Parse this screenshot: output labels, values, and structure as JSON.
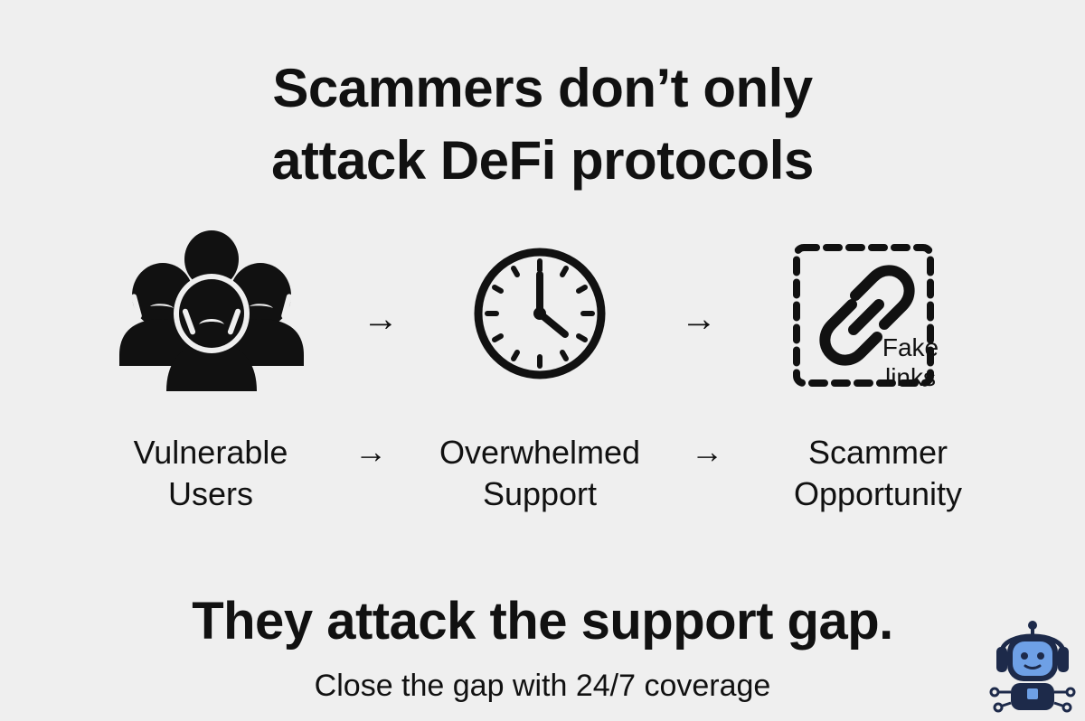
{
  "title": {
    "line1": "Scammers don’t only",
    "line2": "attack DeFi protocols"
  },
  "flow_icons": {
    "users_icon": "crowd-of-users-icon",
    "clock_icon": "clock-icon",
    "link_icon": "chain-link-icon",
    "arrow_glyph": "→",
    "fake_links": {
      "line1": "Fake",
      "line2": "links"
    }
  },
  "flow_labels": {
    "step1": {
      "line1": "Vulnerable",
      "line2": "Users"
    },
    "step2": {
      "line1": "Overwhelmed",
      "line2": "Support"
    },
    "step3": {
      "line1": "Scammer",
      "line2": "Opportunity"
    },
    "arrow_glyph": "→"
  },
  "headline": "They attack the support gap.",
  "subline": "Close the gap with 24/7 coverage",
  "logo": {
    "icon": "robot-mascot-icon"
  },
  "colors": {
    "background": "#efefef",
    "ink": "#111111",
    "robot_navy": "#1d2a4a",
    "robot_blue": "#6ea0e6"
  }
}
